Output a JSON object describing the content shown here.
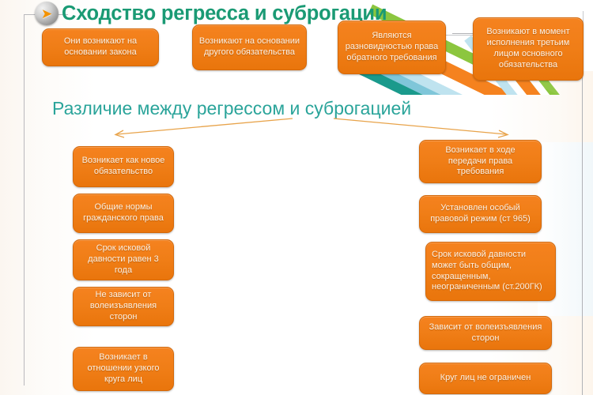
{
  "slide": {
    "title": "Сходство регресса и суброгации",
    "subtitle": "Различие между регрессом и суброгацией",
    "title_icon": "arrow-right-icon",
    "title_color": "#1a9a74",
    "subtitle_color": "#2aa49a",
    "box_fill_color": "#f5821f",
    "box_border_color": "#d4690a",
    "box_text_color": "#fdf1e4"
  },
  "similarities": [
    {
      "text": "Они возникают на основании закона"
    },
    {
      "text": "Возникают на основании другого обязательства"
    },
    {
      "text": "Являются разновидностью права обратного требования"
    },
    {
      "text": "Возникают в момент исполнения третьим лицом основного обязательства"
    }
  ],
  "differences": {
    "left_column": [
      {
        "text": "Возникает как новое обязательство"
      },
      {
        "text": "Общие нормы гражданского права"
      },
      {
        "text": "Срок исковой давности равен 3 года"
      },
      {
        "text": "Не зависит от волеизъявления сторон"
      },
      {
        "text": "Возникает в отношении узкого круга лиц"
      }
    ],
    "right_column": [
      {
        "text": "Возникает в ходе передачи права требования"
      },
      {
        "text": "Установлен особый правовой режим (ст 965)"
      },
      {
        "text": "Срок исковой давности может быть общим, сокращенным, неограниченным (ст.200ГК)"
      },
      {
        "text": "Зависит от волеизъявления сторон"
      },
      {
        "text": "Круг лиц не ограничен"
      }
    ]
  },
  "decor": {
    "ribbon_colors": [
      "#8cc63f",
      "#ffffff",
      "#f5821f",
      "#ffffff",
      "#bfe3ef",
      "#1a9a8c"
    ],
    "arrow_color": "#e8a34a"
  }
}
